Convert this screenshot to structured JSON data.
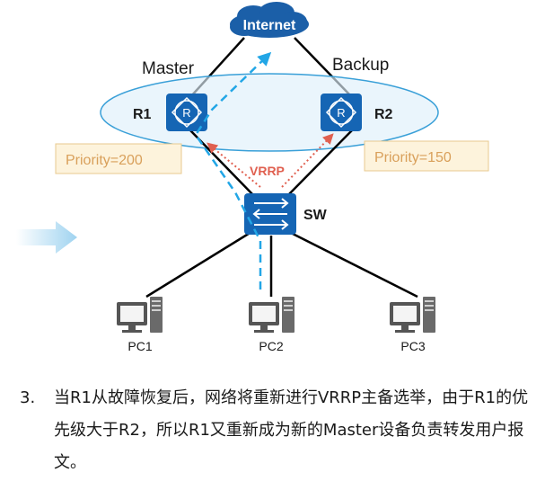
{
  "diagram": {
    "internet_label": "Internet",
    "master_label": "Master",
    "backup_label": "Backup",
    "r1_label": "R1",
    "r2_label": "R2",
    "r1_priority": "Priority=200",
    "r2_priority": "Priority=150",
    "vrrp_label": "VRRP",
    "switch_label": "SW",
    "pc1_label": "PC1",
    "pc2_label": "PC2",
    "pc3_label": "PC3",
    "colors": {
      "device_blue": "#1565b4",
      "cloud_blue": "#1b5fa8",
      "ellipse_fill": "#dff0fb",
      "ellipse_stroke": "#3aa0d8",
      "priority_fill": "#fdf3dc",
      "priority_text": "#d9a05b",
      "vrrp_red": "#e06050",
      "traffic_cyan": "#22a6e6"
    }
  },
  "caption": {
    "number": "3.",
    "text": "当R1从故障恢复后，网络将重新进行VRRP主备选举，由于R1的优先级大于R2，所以R1又重新成为新的Master设备负责转发用户报文。"
  }
}
